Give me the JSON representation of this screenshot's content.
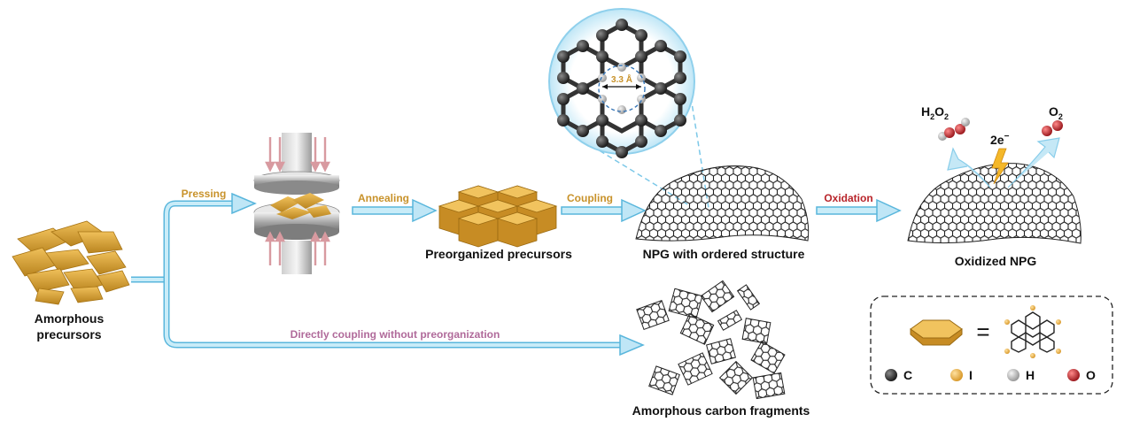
{
  "labels": {
    "amorphous_precursors_line1": "Amorphous",
    "amorphous_precursors_line2": "precursors",
    "preorganized": "Preorganized precursors",
    "npg_ordered": "NPG with ordered structure",
    "oxidized_npg": "Oxidized NPG",
    "amorphous_fragments": "Amorphous carbon fragments"
  },
  "steps": {
    "pressing": "Pressing",
    "annealing": "Annealing",
    "coupling": "Coupling",
    "oxidation": "Oxidation",
    "direct": "Directly coupling without preorganization"
  },
  "inset": {
    "distance": "3.3 Å"
  },
  "reaction": {
    "h2o2": "H",
    "h2o2_sub1": "2",
    "h2o2_mid": "O",
    "h2o2_sub2": "2",
    "electrons": "2e",
    "electrons_sup": "−",
    "o2": "O",
    "o2_sub": "2"
  },
  "legend": {
    "equals": "=",
    "atoms": [
      {
        "symbol": "C",
        "color": "#2b2b2b"
      },
      {
        "symbol": "I",
        "color": "#e8a93a"
      },
      {
        "symbol": "H",
        "color": "#b8b8b8"
      },
      {
        "symbol": "O",
        "color": "#b8242a"
      }
    ]
  },
  "colors": {
    "accent_gold": "#d4a032",
    "step_gold": "#c8922a",
    "step_red": "#b8242a",
    "step_purple": "#b06a9a",
    "arrow_blue": "#a9dcf0"
  }
}
